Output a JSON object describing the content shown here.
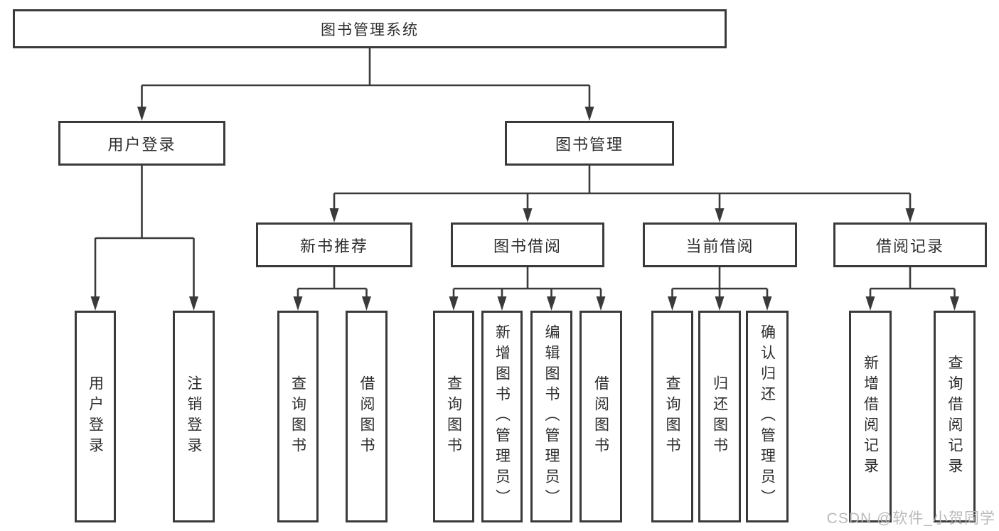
{
  "title": "图书管理系统",
  "colors": {
    "line": "#3a3a3a",
    "text": "#2d2d2d",
    "background": "#ffffff",
    "watermark": "#b5b5b5"
  },
  "nodes": {
    "root": "图书管理系统",
    "user_login": "用户登录",
    "book_management": "图书管理",
    "new_book_recommend": "新书推荐",
    "book_borrow": "图书借阅",
    "current_borrow": "当前借阅",
    "borrow_records": "借阅记录",
    "user_login_leaf": "用户登录",
    "logout_leaf": "注销登录",
    "query_books_recommend": "查询图书",
    "borrow_books_recommend": "借阅图书",
    "query_books_borrow": "查询图书",
    "add_books_admin": "新增图书（管理员）",
    "edit_books_admin": "编辑图书（管理员）",
    "borrow_books_borrow": "借阅图书",
    "query_books_current": "查询图书",
    "return_books": "归还图书",
    "confirm_return_admin": "确认归还（管理员）",
    "add_borrow_record": "新增借阅记录",
    "query_borrow_record": "查询借阅记录"
  },
  "hierarchy": {
    "图书管理系统": {
      "用户登录": [
        "用户登录",
        "注销登录"
      ],
      "图书管理": {
        "新书推荐": [
          "查询图书",
          "借阅图书"
        ],
        "图书借阅": [
          "查询图书",
          "新增图书（管理员）",
          "编辑图书（管理员）",
          "借阅图书"
        ],
        "当前借阅": [
          "查询图书",
          "归还图书",
          "确认归还（管理员）"
        ],
        "借阅记录": [
          "新增借阅记录",
          "查询借阅记录"
        ]
      }
    }
  },
  "watermark": {
    "text": "CSDN @软件_小贺同学"
  }
}
